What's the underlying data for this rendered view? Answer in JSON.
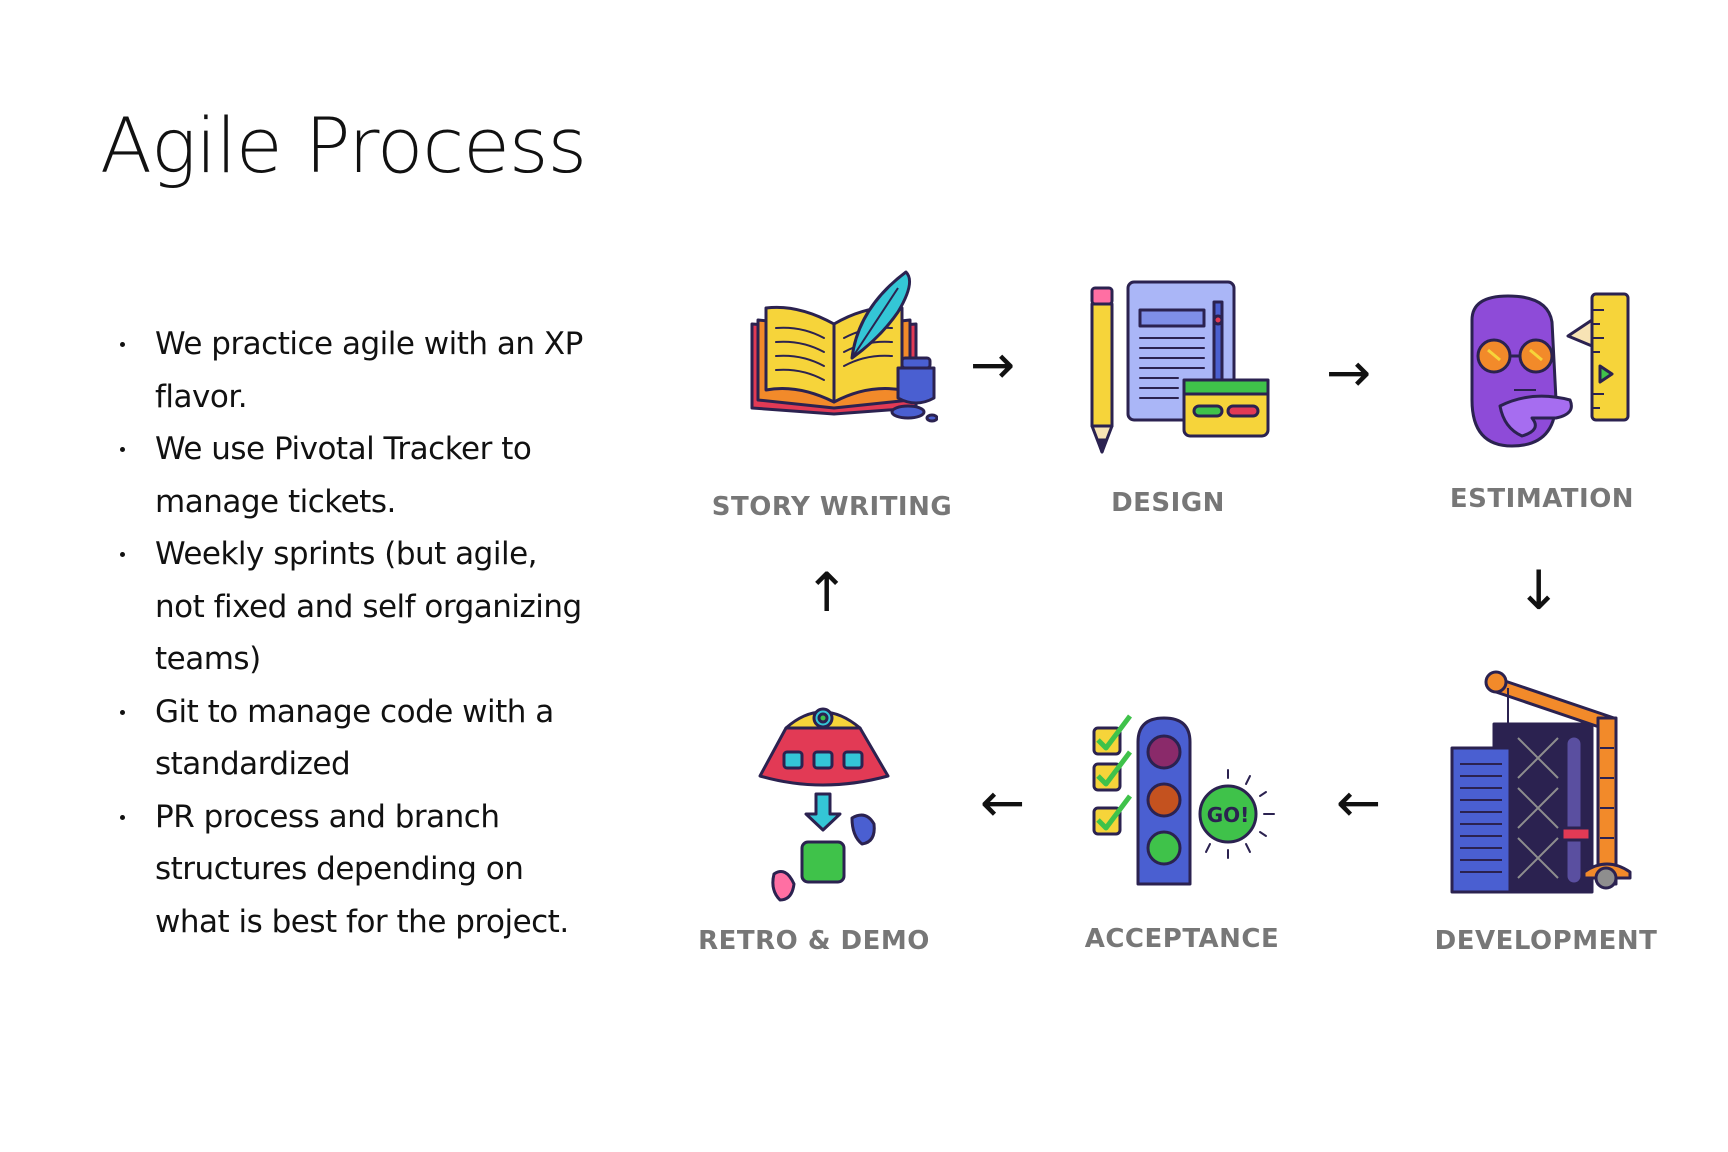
{
  "title": "Agile Process",
  "bullets": [
    {
      "lines": [
        "We practice agile with an XP",
        "flavor."
      ]
    },
    {
      "lines": [
        "We use Pivotal Tracker to",
        "manage tickets."
      ]
    },
    {
      "lines": [
        "Weekly sprints (but agile,",
        "not fixed and self organizing",
        "teams)"
      ]
    },
    {
      "lines": [
        "Git to manage code with a",
        "standardized"
      ]
    },
    {
      "lines": [
        "PR process and branch",
        "structures depending on",
        "what is best for the project."
      ]
    }
  ],
  "stages": {
    "story_writing": {
      "label": "STORY WRITING",
      "icon": "book-quill-icon"
    },
    "design": {
      "label": "DESIGN",
      "icon": "pencil-document-icon"
    },
    "estimation": {
      "label": "ESTIMATION",
      "icon": "thinking-face-ruler-icon"
    },
    "development": {
      "label": "DEVELOPMENT",
      "icon": "crane-building-icon"
    },
    "acceptance": {
      "label": "ACCEPTANCE",
      "icon": "traffic-light-go-icon"
    },
    "retro_demo": {
      "label": "RETRO & DEMO",
      "icon": "ufo-beam-icon"
    }
  },
  "arrows": {
    "right": "→",
    "left": "←",
    "up": "↑",
    "down": "↓"
  },
  "colors": {
    "label_gray": "#777777",
    "outline": "#2b2250",
    "purple": "#8e4bd8",
    "blue": "#4a5fd1",
    "yellow": "#f6d43a",
    "green": "#3fc24a",
    "red": "#e23a55",
    "orange": "#f28a2a",
    "cyan": "#34c6d6",
    "pink": "#ff6fa3"
  }
}
